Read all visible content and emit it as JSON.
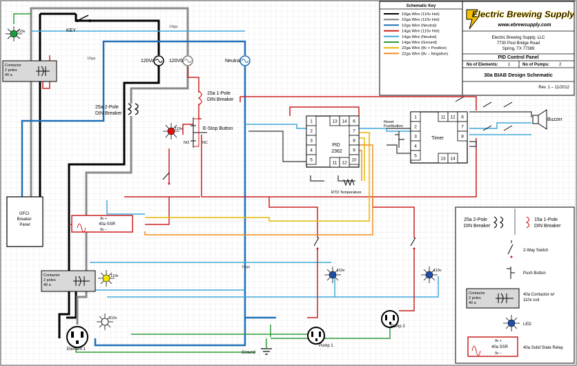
{
  "key_box": {
    "title": "Schematic Key",
    "entries": [
      {
        "label": "10ga Wire (110v Hot)",
        "color": "#000000"
      },
      {
        "label": "10ga Wire (110v Hot)",
        "color": "#7f7f7f"
      },
      {
        "label": "10ga Wire (Neutral)",
        "color": "#1f6fb5"
      },
      {
        "label": "14ga Wire (110v Hot)",
        "color": "#cc1f1f"
      },
      {
        "label": "14ga Wire (Neutral)",
        "color": "#3fa8d8"
      },
      {
        "label": "14ga Wire (Ground)",
        "color": "#2e9b3a"
      },
      {
        "label": "22ga Wire (8v + Positive)",
        "color": "#e6b800"
      },
      {
        "label": "22ga Wire (8v – Negative)",
        "color": "#f08c1a"
      }
    ]
  },
  "title_block": {
    "logo_line1": "Electric Brewing Supply",
    "logo_line2": "www.ebrewsupply.com",
    "company": "Electric Brewing Supply, LLC",
    "street": "7730 Post Bridge Road",
    "city": "Spring, TX 77389",
    "panel": "PID Control Panel",
    "elements_label": "No of Elements:",
    "elements_value": "1",
    "pumps_label": "No of Pumps:",
    "pumps_value": "2",
    "design": "30a BIAB Design Schematic",
    "revision": "Rev. 1 – 11/2012"
  },
  "labels": {
    "key": "KEY",
    "v120a": "120Va",
    "v120b": "120Vb",
    "neutral": "Neutral",
    "breaker15": "15a 1-Pole\nDIN Breaker",
    "breaker25": "25a 2-Pole\nDIN Breaker",
    "estop": "E-Stop Button",
    "no": "NO",
    "nc": "NC",
    "v110": "110v",
    "pid": "PID\n2362",
    "timer": "Timer",
    "reset": "Reset\nPushbutton",
    "buzzer": "Buzzer",
    "rtd": "RTD Temperature",
    "ssr_plus": "8v +",
    "ssr_name": "40a SSR",
    "ssr_minus": "8v –",
    "contactor": "Contactor\n2 poles\n40 a",
    "gfci": "GFCI\nBreaker\nPanel",
    "element": "Element 1",
    "pump1": "Pump 1",
    "pump2": "Pump 2",
    "ground": "Ground",
    "wire_14ga": "14ga",
    "wire_10ga": "10ga"
  },
  "pid_pins": {
    "left": [
      "1",
      "2",
      "3",
      "4",
      "5"
    ],
    "top": [
      "13",
      "14",
      "6"
    ],
    "right": [
      "7",
      "8",
      "9",
      "10"
    ],
    "bottom": [
      "11",
      "12"
    ]
  },
  "timer_pins": {
    "left": [
      "1",
      "2",
      "3",
      "4",
      "5"
    ],
    "top": [
      "11",
      "12",
      "6"
    ],
    "right": [
      "7",
      "8"
    ],
    "bottom": [
      "13",
      "14"
    ]
  },
  "legend": {
    "breaker25": "25a 2-Pole\nDIN Breaker",
    "breaker15": "15a 1-Pole\nDIN Breaker",
    "switch2way": "2-Way Switch",
    "pushbutton": "Push Button",
    "contactor_symbol": "Contactor\n2 poles\n40 a",
    "contactor_desc": "40a Contactor w/\n110v coil",
    "led": "LED",
    "ssr_desc": "40a Solid State Relay"
  }
}
